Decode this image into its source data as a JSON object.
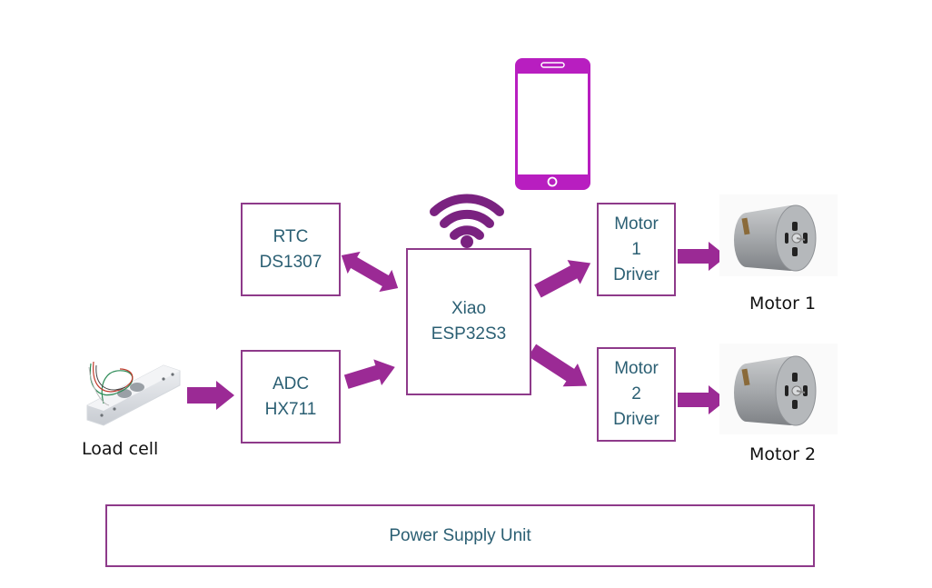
{
  "diagram": {
    "type": "block-diagram",
    "colors": {
      "border": "#8e3a8a",
      "arrow": "#9b2a95",
      "text": "#2b5f73",
      "phone": "#b81ec0",
      "wifi": "#7a2280",
      "caption": "#111111"
    },
    "blocks": {
      "rtc": {
        "lines": [
          "RTC",
          "DS1307"
        ]
      },
      "adc": {
        "lines": [
          "ADC",
          "HX711"
        ]
      },
      "mcu": {
        "lines": [
          "Xiao",
          "ESP32S3"
        ]
      },
      "driver1": {
        "lines": [
          "Motor",
          "1",
          "Driver"
        ]
      },
      "driver2": {
        "lines": [
          "Motor",
          "2",
          "Driver"
        ]
      },
      "psu": {
        "label": "Power Supply Unit"
      }
    },
    "components": {
      "load_cell": {
        "caption": "Load cell",
        "icon": "load-cell-icon"
      },
      "motor1": {
        "caption": "Motor 1",
        "icon": "dc-motor-icon"
      },
      "motor2": {
        "caption": "Motor 2",
        "icon": "dc-motor-icon"
      },
      "phone": {
        "icon": "smartphone-icon"
      },
      "wifi": {
        "icon": "wifi-icon"
      }
    },
    "connections": [
      {
        "from": "load_cell",
        "to": "adc",
        "direction": "forward"
      },
      {
        "from": "adc",
        "to": "mcu",
        "direction": "forward"
      },
      {
        "from": "rtc",
        "to": "mcu",
        "direction": "bidirectional"
      },
      {
        "from": "mcu",
        "to": "driver1",
        "direction": "forward"
      },
      {
        "from": "mcu",
        "to": "driver2",
        "direction": "forward"
      },
      {
        "from": "driver1",
        "to": "motor1",
        "direction": "forward"
      },
      {
        "from": "driver2",
        "to": "motor2",
        "direction": "forward"
      },
      {
        "from": "mcu",
        "to": "phone",
        "direction": "wireless"
      }
    ]
  }
}
